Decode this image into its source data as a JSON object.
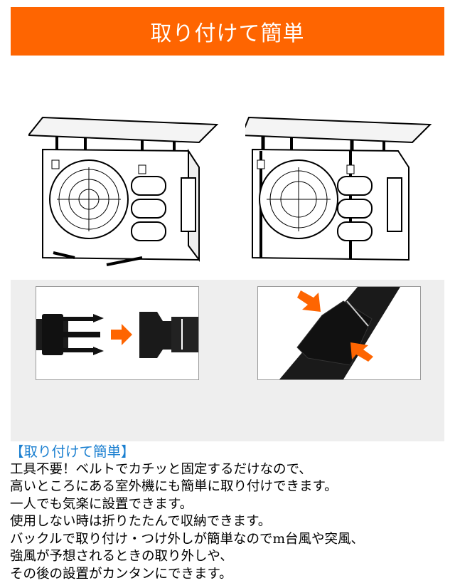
{
  "banner": {
    "title": "取り付けて簡単"
  },
  "accent_color": "#fe6501",
  "description": {
    "heading": "【取り付けて簡単】",
    "lines": [
      "工具不要！ベルトでカチッと固定するだけなので、",
      "高いところにある室外機にも簡単に取り付けできます。",
      "一人でも気楽に設置できます。",
      "使用しない時は折りたたんで収納できます。",
      "バックルで取り付け・つけ外しが簡単なのでm台風や突風、",
      "強風が予想されるときの取り外しや、",
      "その後の設置がカンタンにできます。"
    ]
  }
}
